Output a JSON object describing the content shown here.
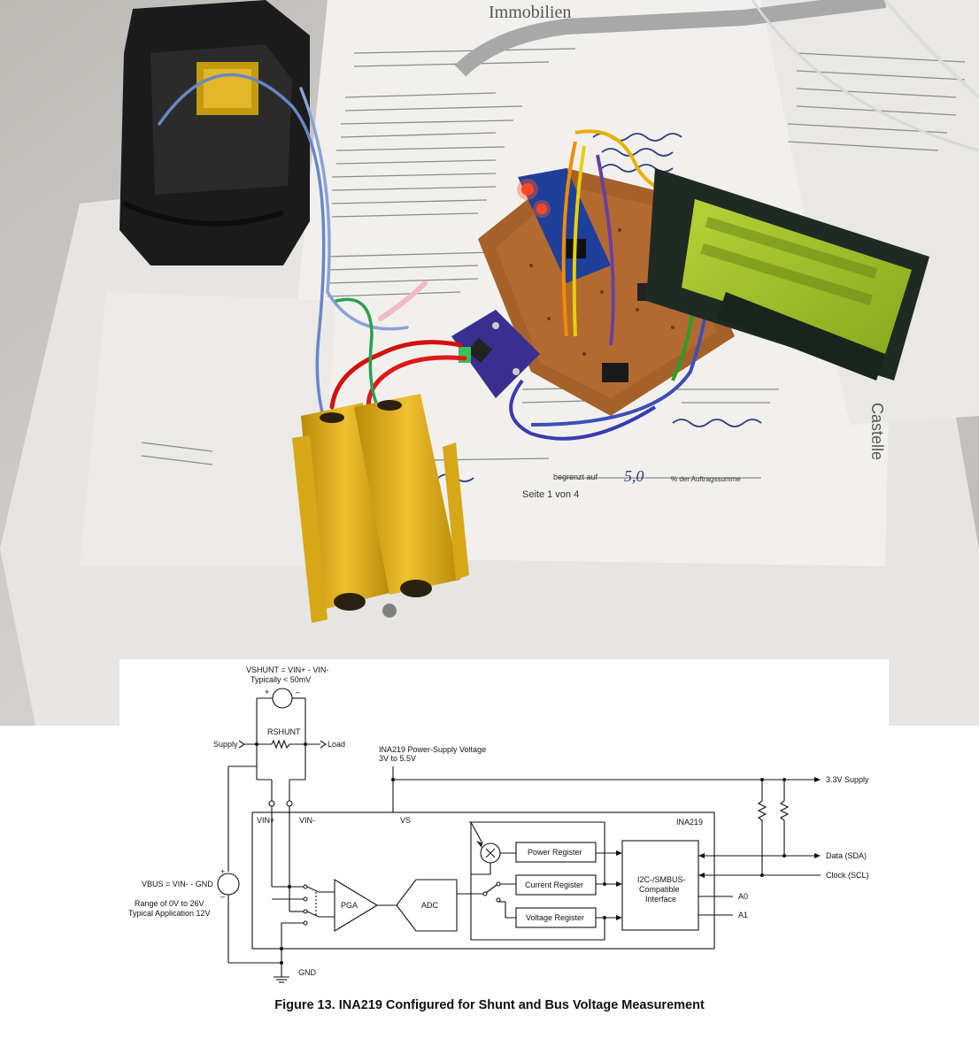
{
  "photo": {
    "paper_texts": {
      "header": "Immobilien",
      "page": "Seite 1 von 4",
      "percent": "% der Auftragssumme",
      "limited": "begrenzt auf",
      "limit_value": "5,0",
      "side_company": "Castelle"
    }
  },
  "schematic": {
    "vshunt_eq": "VSHUNT = VIN+ - VIN-",
    "vshunt_note": "Typically < 50mV",
    "rshunt": "RSHUNT",
    "supply": "Supply",
    "load": "Load",
    "ps_voltage": "INA219 Power-Supply Voltage",
    "ps_range": "3V to 5.5V",
    "supply_33": "3.3V Supply",
    "chip_name": "INA219",
    "vin_plus": "VIN+",
    "vin_minus": "VIN-",
    "vs": "VS",
    "power_register": "Power Register",
    "current_register": "Current Register",
    "voltage_register": "Voltage Register",
    "pga": "PGA",
    "adc": "ADC",
    "i2c_line1": "I2C-/SMBUS-",
    "i2c_line2": "Compatible",
    "i2c_line3": "Interface",
    "data": "Data (SDA)",
    "clock": "Clock (SCL)",
    "a0": "A0",
    "a1": "A1",
    "vbus_eq": "VBUS = VIN- - GND",
    "vbus_range": "Range of 0V to 26V",
    "vbus_typ": "Typical Application 12V",
    "gnd": "GND",
    "plus_sign": "+",
    "minus_sign": "–"
  },
  "caption": "Figure 13.  INA219 Configured for Shunt and Bus Voltage Measurement"
}
